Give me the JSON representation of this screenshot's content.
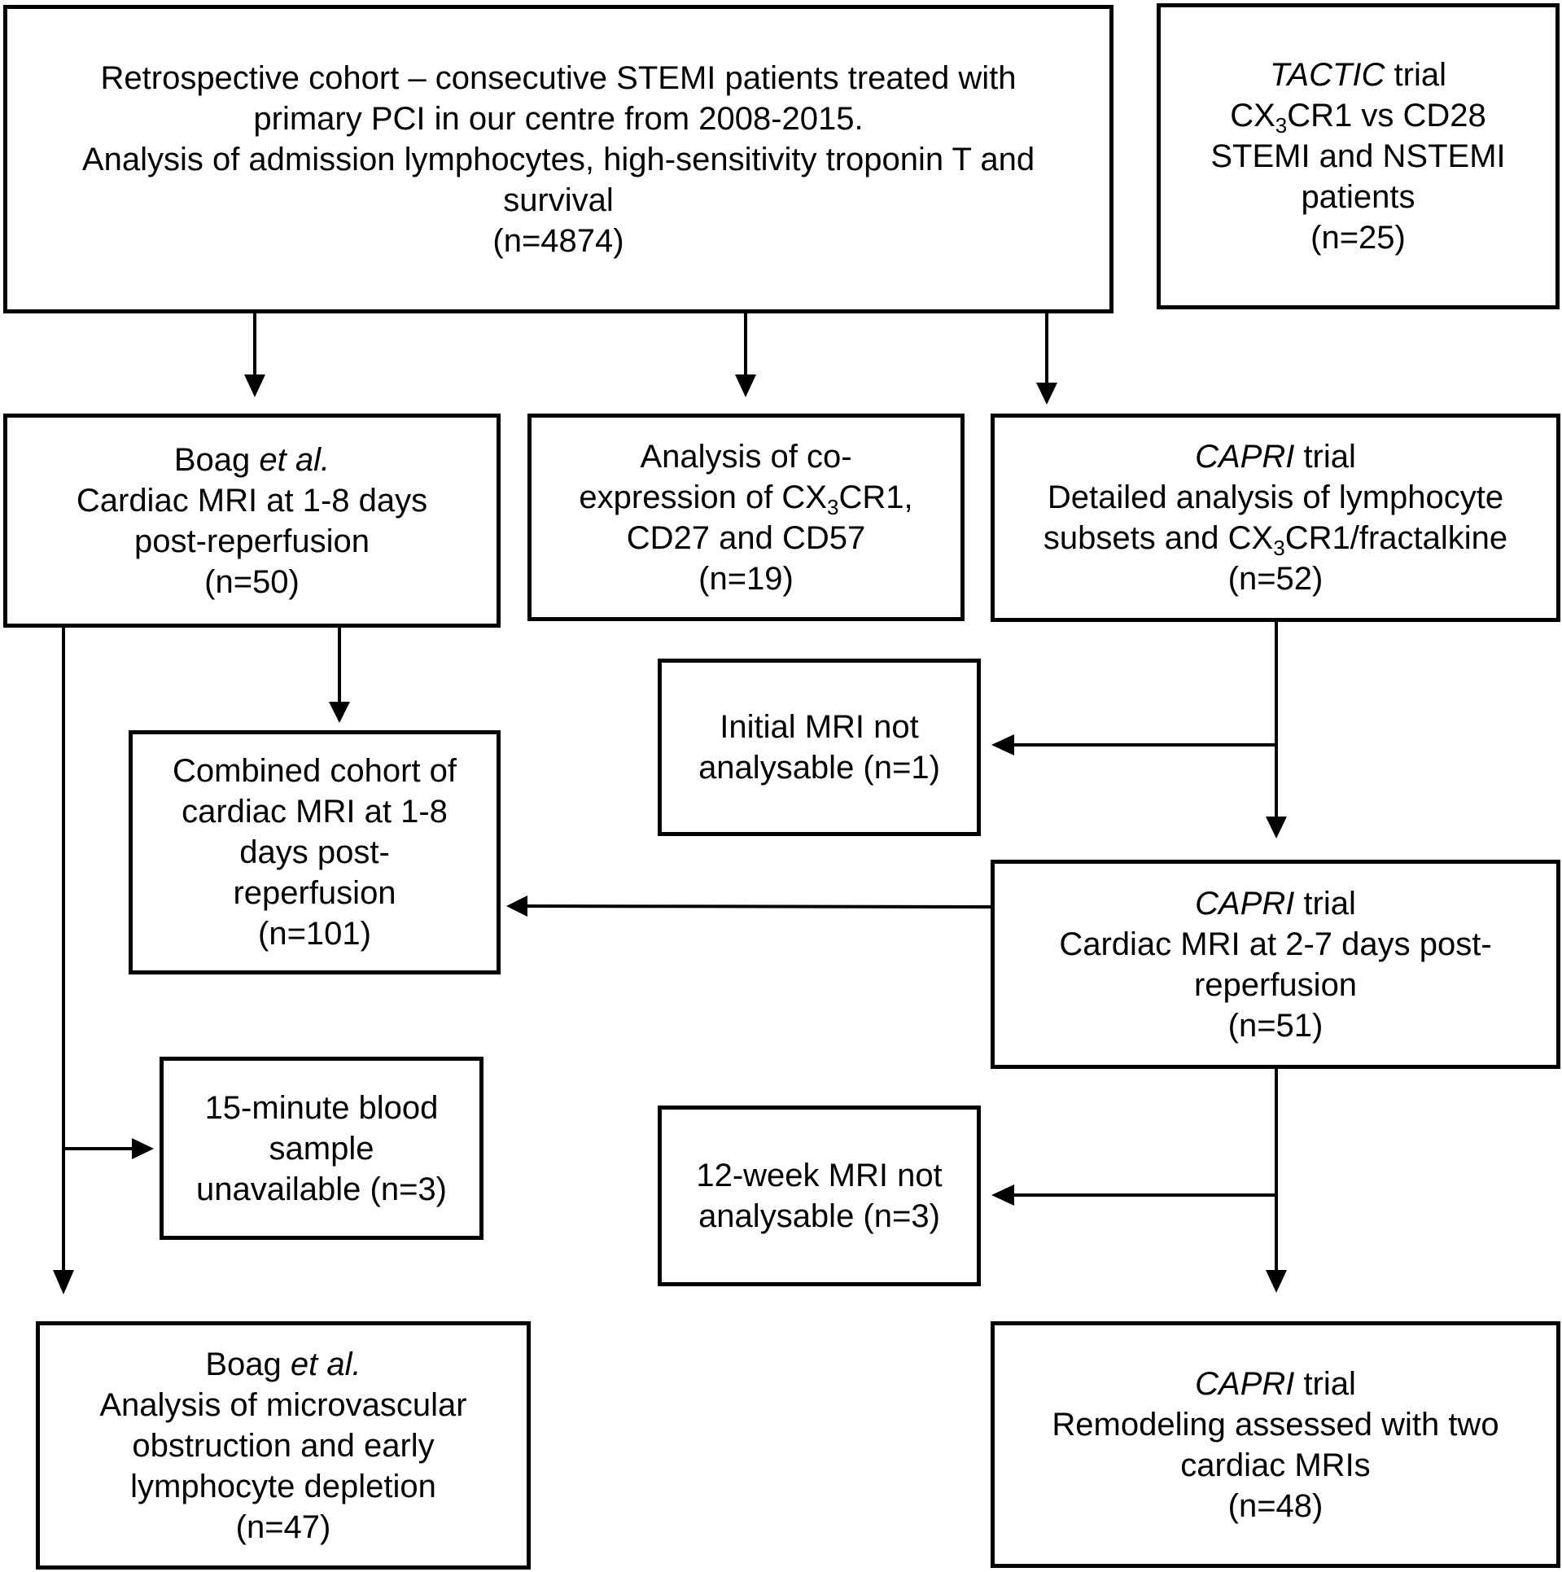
{
  "diagram": {
    "retrospective_cohort": {
      "line1": "Retrospective cohort – consecutive STEMI patients treated with",
      "line2": "primary PCI in our centre from 2008-2015.",
      "line3": "Analysis of admission lymphocytes, high-sensitivity troponin T and",
      "line4": "survival",
      "n": "(n=4874)"
    },
    "tactic_trial": {
      "name": "TACTIC",
      "name_suffix": " trial",
      "cx": "CX",
      "cx_sub": "3",
      "cx_rest": "CR1 vs CD28",
      "line3": "STEMI and NSTEMI",
      "line4": "patients",
      "n": "(n=25)"
    },
    "boag_mri": {
      "author": "Boag ",
      "etal": "et al.",
      "line2": "Cardiac MRI at 1-8 days",
      "line3": "post-reperfusion",
      "n": "(n=50)"
    },
    "coexpression": {
      "line1": "Analysis of co-",
      "line2_pre": "expression of CX",
      "line2_sub": "3",
      "line2_post": "CR1,",
      "line3": "CD27 and CD57",
      "n": "(n=19)"
    },
    "capri_lymphocyte": {
      "name": "CAPRI",
      "name_suffix": " trial",
      "line2": "Detailed analysis of lymphocyte",
      "line3_pre": "subsets and CX",
      "line3_sub": "3",
      "line3_post": "CR1/fractalkine",
      "n": "(n=52)"
    },
    "initial_mri_excluded": {
      "line1": "Initial MRI not",
      "line2": "analysable (n=1)"
    },
    "combined_cohort": {
      "line1": "Combined cohort of",
      "line2": "cardiac MRI at 1-8",
      "line3": "days post-",
      "line4": "reperfusion",
      "n": "(n=101)"
    },
    "capri_mri": {
      "name": "CAPRI",
      "name_suffix": " trial",
      "line2": "Cardiac MRI at 2-7 days post-",
      "line3": "reperfusion",
      "n": "(n=51)"
    },
    "blood_sample_excluded": {
      "line1": "15-minute blood",
      "line2": "sample",
      "line3": "unavailable (n=3)"
    },
    "week12_mri_excluded": {
      "line1": "12-week MRI not",
      "line2": "analysable (n=3)"
    },
    "boag_mvo": {
      "author": "Boag ",
      "etal": "et al.",
      "line2": "Analysis of microvascular",
      "line3": "obstruction and early",
      "line4": "lymphocyte depletion",
      "n": "(n=47)"
    },
    "capri_remodeling": {
      "name": "CAPRI",
      "name_suffix": " trial",
      "line2": "Remodeling assessed with two",
      "line3": "cardiac MRIs",
      "n": "(n=48)"
    }
  }
}
